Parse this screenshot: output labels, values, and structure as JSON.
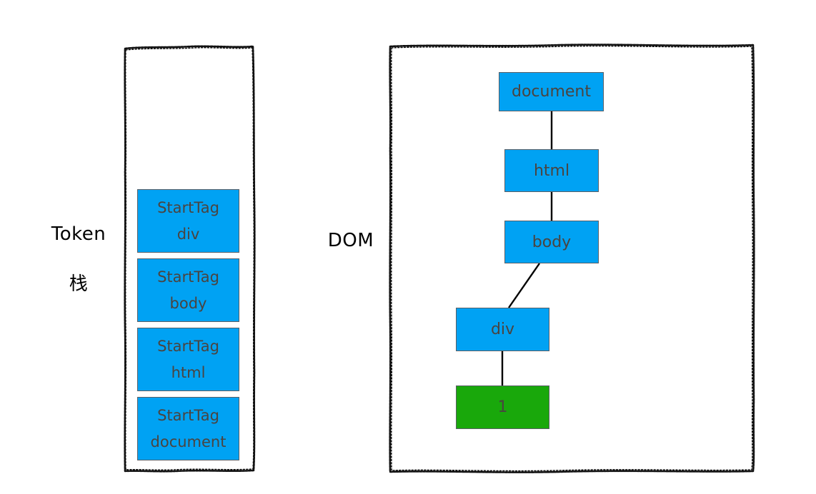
{
  "diagram": {
    "title": "HTML parsing: token stack and DOM tree",
    "background": "#ffffff",
    "colors": {
      "node_blue": "#00a2f3",
      "node_green": "#19a80b",
      "node_border": "#5a5f66",
      "node_text": "#4a4440",
      "label_text": "#000000",
      "panel_border": "#111111",
      "edge": "#000000"
    }
  },
  "token_panel": {
    "label_line1": "Token",
    "label_line2": "栈",
    "items": [
      {
        "line1": "StartTag",
        "line2": "div"
      },
      {
        "line1": "StartTag",
        "line2": "body"
      },
      {
        "line1": "StartTag",
        "line2": "html"
      },
      {
        "line1": "StartTag",
        "line2": "document"
      }
    ]
  },
  "dom_panel": {
    "label": "DOM",
    "nodes": [
      {
        "id": "document",
        "label": "document",
        "kind": "element"
      },
      {
        "id": "html",
        "label": "html",
        "kind": "element"
      },
      {
        "id": "body",
        "label": "body",
        "kind": "element"
      },
      {
        "id": "div",
        "label": "div",
        "kind": "element"
      },
      {
        "id": "text1",
        "label": "1",
        "kind": "text"
      }
    ],
    "edges": [
      {
        "from": "document",
        "to": "html"
      },
      {
        "from": "html",
        "to": "body"
      },
      {
        "from": "body",
        "to": "div"
      },
      {
        "from": "div",
        "to": "text1"
      }
    ]
  }
}
